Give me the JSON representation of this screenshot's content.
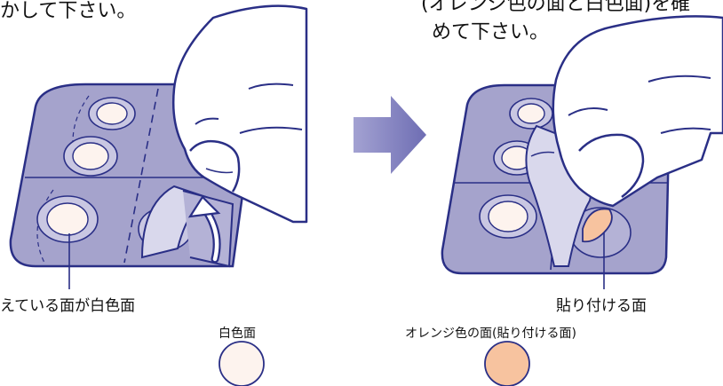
{
  "left_panel": {
    "instruction_fragment": "かして下さい。",
    "callout_label": "えている面が白色面"
  },
  "right_panel": {
    "instruction_line1": "(オレンジ色の面と白色面)を確",
    "instruction_line2": "めて下さい。",
    "callout_label": "貼り付ける面"
  },
  "legend": {
    "white_face_label": "白色面",
    "orange_face_label": "オレンジ色の面(貼り付ける面)"
  },
  "colors": {
    "outline": "#2a2f86",
    "sheet": "#a5a3cc",
    "sheet_light": "#c9c7e2",
    "pocket_fill": "#fdf3ee",
    "orange_face": "#f7c39f",
    "arrow_gradient_start": "#a3a2d2",
    "arrow_gradient_end": "#6e6db3",
    "skin": "#ffffff"
  }
}
